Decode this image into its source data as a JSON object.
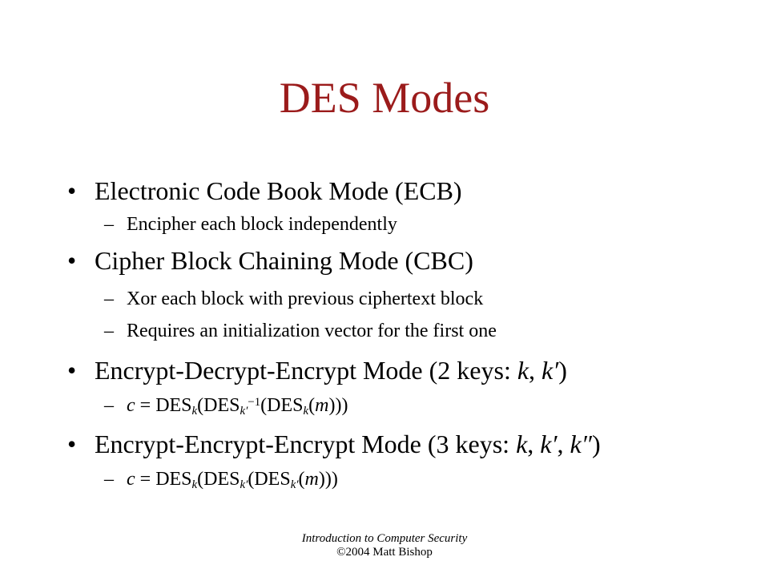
{
  "title": "DES Modes",
  "bullets": [
    {
      "text": "Electronic Code Book Mode (ECB)"
    },
    {
      "text": "Cipher Block Chaining Mode (CBC)"
    },
    {
      "text_before": "Encrypt-Decrypt-Encrypt Mode (2 keys: ",
      "k1": "k",
      "sep1": ", ",
      "k2": "k′",
      "after": ")"
    },
    {
      "text_before": "Encrypt-Encrypt-Encrypt Mode (3 keys: ",
      "k1": "k",
      "sep1": ", ",
      "k2": "k′",
      "sep2": ", ",
      "k3": "k″",
      "after": ")"
    }
  ],
  "subitems": {
    "ecb_1": "Encipher each block independently",
    "cbc_1": "Xor each block with previous ciphertext block",
    "cbc_2": "Requires an initialization vector for the first one"
  },
  "formulas": {
    "ede": {
      "c": "c",
      "eq": " = DES",
      "k": "k",
      "open1": "(DES",
      "kprime": "k′",
      "inv": "−1",
      "open2": "(DES",
      "k2": "k",
      "open3": "(",
      "m": "m",
      "close": ")))"
    },
    "eee": {
      "c": "c",
      "eq": " = DES",
      "k": "k",
      "open1": "(DES",
      "kprime": "k′",
      "open2": "(DES",
      "kdouble": "k′",
      "open3": "(",
      "m": "m",
      "close": ")))"
    }
  },
  "footer": {
    "course": "Introduction to Computer Security",
    "copyright": "©2004 Matt Bishop"
  },
  "symbols": {
    "bullet": "•",
    "dash": "–"
  },
  "colors": {
    "title": "#9b1b1b",
    "text": "#000000",
    "background": "#ffffff"
  }
}
